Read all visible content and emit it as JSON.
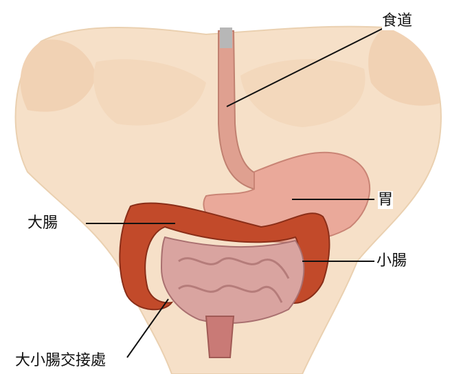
{
  "labels": {
    "esophagus": "食道",
    "stomach": "胃",
    "large_intestine": "大腸",
    "small_intestine": "小腸",
    "junction": "大小腸交接處"
  },
  "colors": {
    "skin": "#f5dcc2",
    "skin_shadow": "#e8c4a4",
    "stomach": "#e8a898",
    "colon": "#c24a2a",
    "small_intestine": "#d49a96",
    "esophagus": "#dfa090",
    "leader_line": "#111111"
  }
}
